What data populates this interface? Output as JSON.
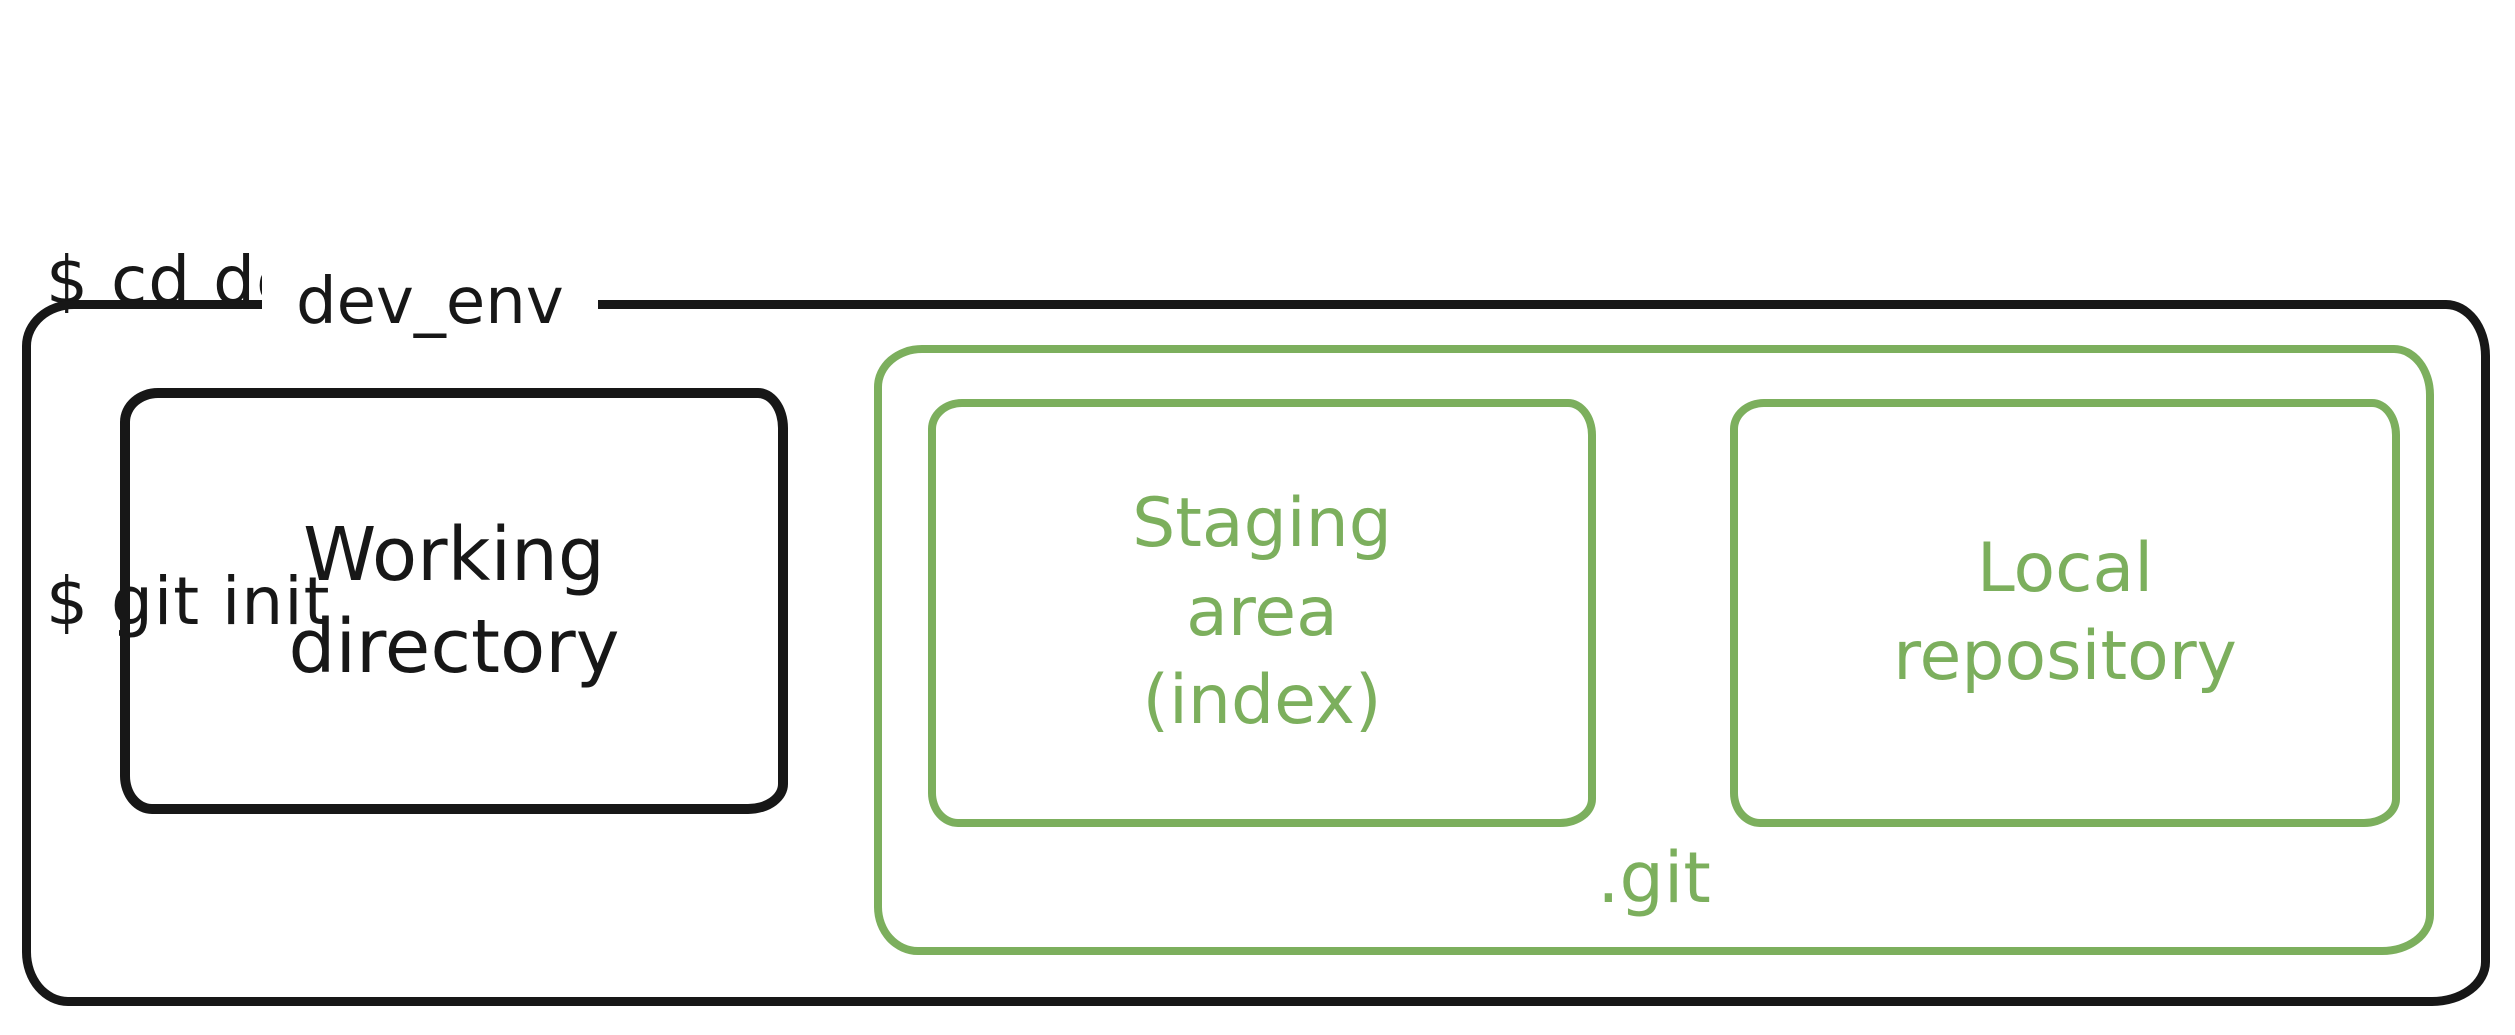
{
  "terminal": {
    "lines": [
      "$ cd dev_env",
      "$ git init"
    ]
  },
  "diagram": {
    "outer_box": {
      "label": "dev_env"
    },
    "working_directory": {
      "lines": [
        "Working",
        "directory"
      ]
    },
    "git_box": {
      "label": ".git"
    },
    "staging_area": {
      "lines": [
        "Staging",
        "area",
        "(index)"
      ]
    },
    "local_repository": {
      "lines": [
        "Local",
        "repository"
      ]
    }
  },
  "colors": {
    "ink": "#171717",
    "green": "#7caf5d",
    "background": "#ffffff"
  }
}
